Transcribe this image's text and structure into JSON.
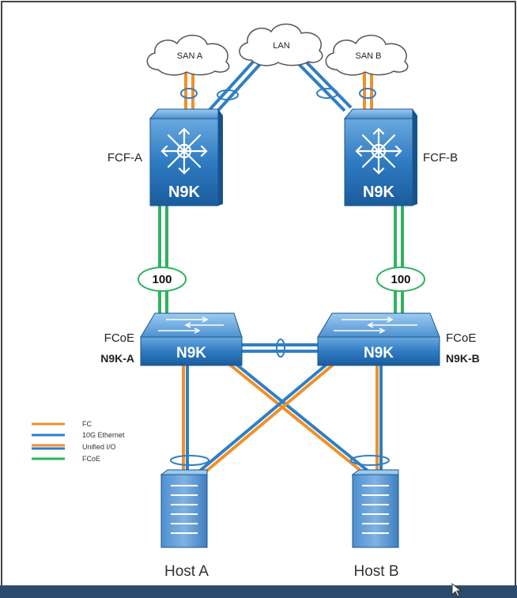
{
  "clouds": {
    "san_a": "SAN A",
    "lan": "LAN",
    "san_b": "SAN B"
  },
  "devices": {
    "fcf_a": {
      "role": "FCF-A",
      "model": "N9K"
    },
    "fcf_b": {
      "role": "FCF-B",
      "model": "N9K"
    },
    "fcoe_a": {
      "role": "FCoE",
      "name": "N9K-A",
      "model": "N9K"
    },
    "fcoe_b": {
      "role": "FCoE",
      "name": "N9K-B",
      "model": "N9K"
    }
  },
  "links": {
    "uplink_a_speed": "100",
    "uplink_b_speed": "100"
  },
  "hosts": {
    "host_a": "Host A",
    "host_b": "Host B"
  },
  "legend": {
    "items": [
      {
        "label": "FC",
        "color": "#f0902a"
      },
      {
        "label": "10G Ethernet",
        "color": "#2f7fc4"
      },
      {
        "label": "Unified I/O",
        "color": "#f0902a"
      },
      {
        "label": "FCoE",
        "color": "#2eb360"
      }
    ]
  },
  "colors": {
    "fc": "#f0902a",
    "ethernet": "#2f7fc4",
    "fcoe": "#2eb360",
    "device_blue": "#1f6fb5"
  }
}
